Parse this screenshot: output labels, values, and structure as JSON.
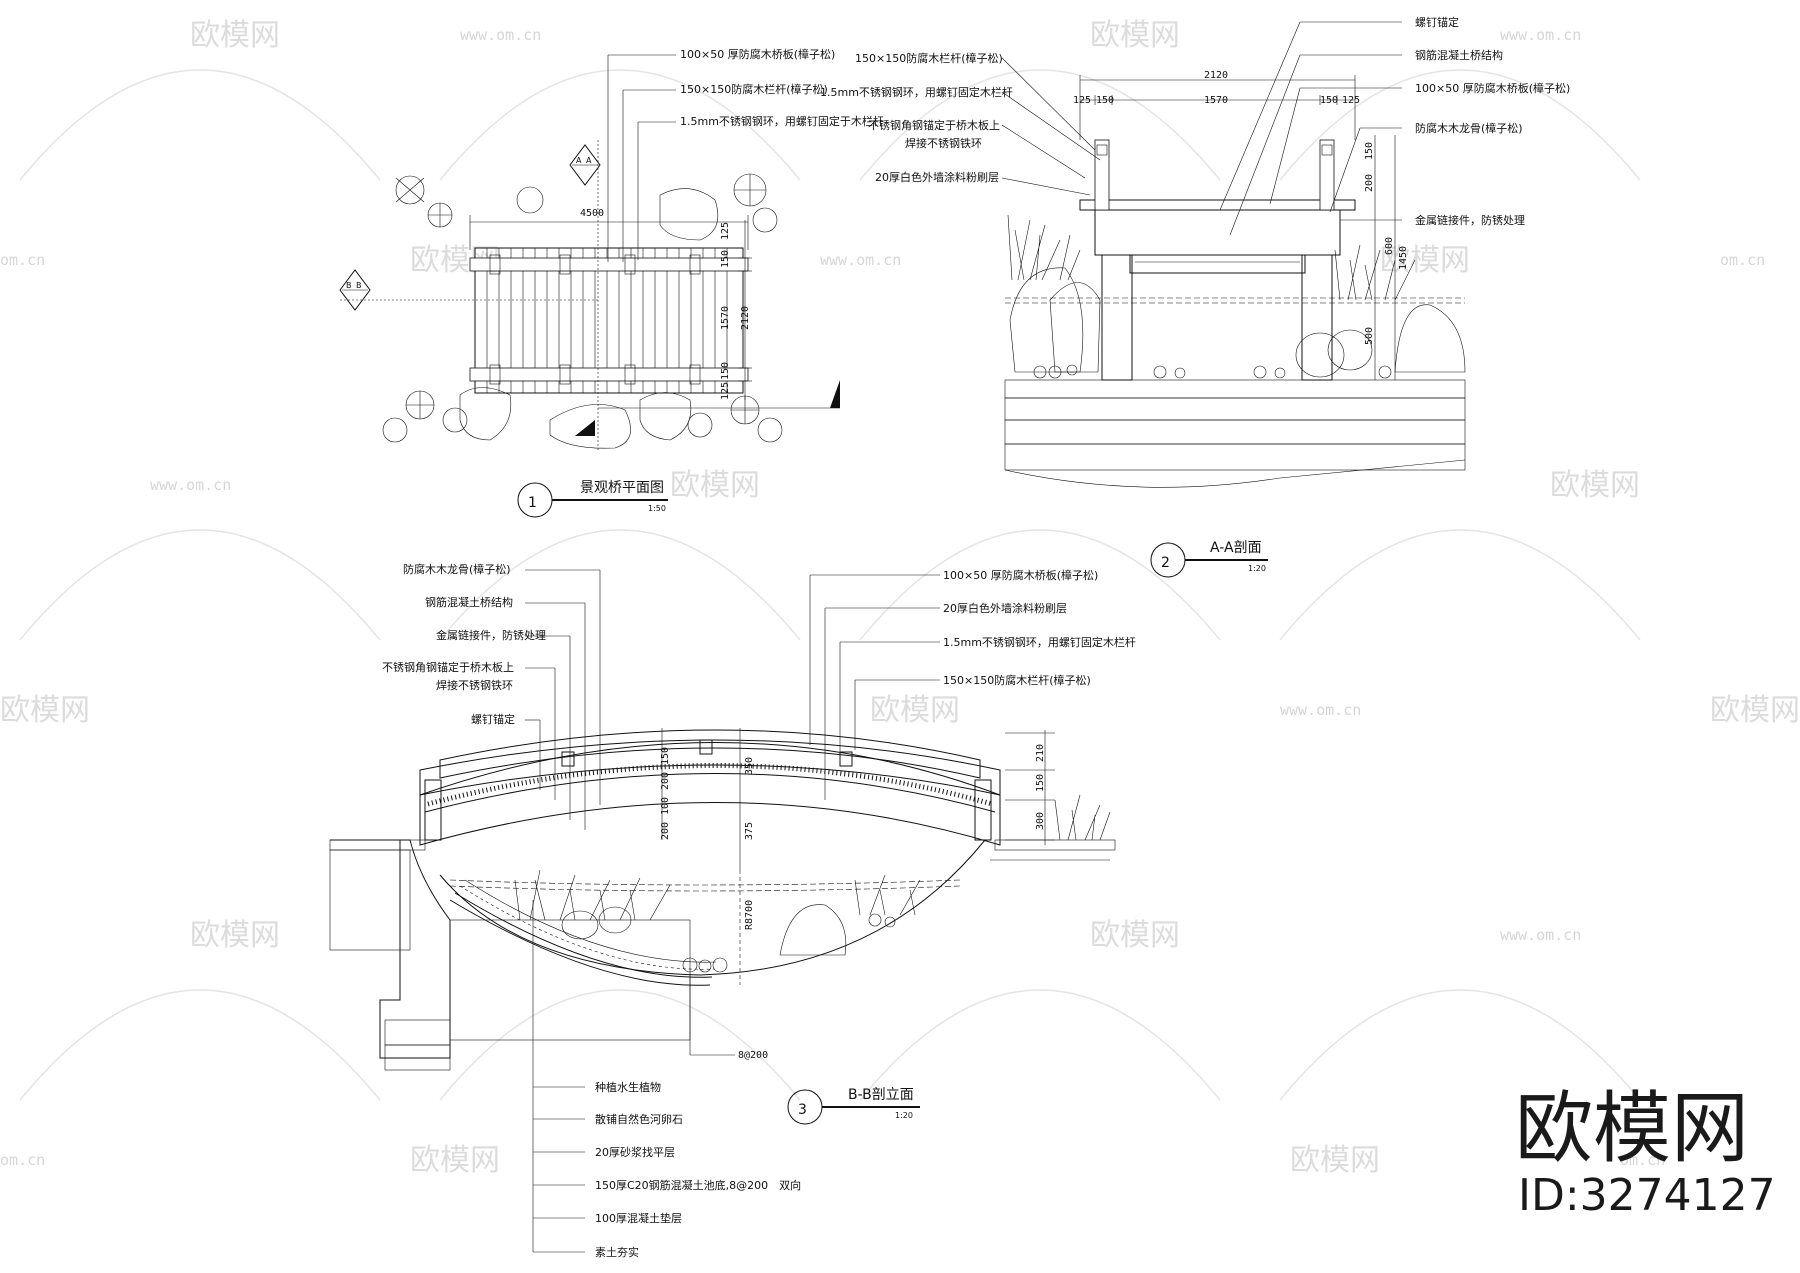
{
  "watermark": {
    "brand": "欧模网",
    "url": "www.om.cn",
    "url_short": "om.cn",
    "big_brand": "欧模网",
    "id_label": "ID:3274127"
  },
  "plan": {
    "number": "1",
    "title": "景观桥平面图",
    "scale": "1:50",
    "section_a": "A",
    "section_b": "B",
    "dim_total": "4500",
    "dim_v1": "125",
    "dim_v2": "150",
    "dim_v3": "1570",
    "dim_v4": "2120",
    "dim_v5": "150",
    "dim_v6": "125",
    "notes": [
      "100×50 厚防腐木桥板(樟子松)",
      "150×150防腐木栏杆(樟子松)",
      "1.5mm不锈钢钢环，用螺钉固定于木栏杆"
    ]
  },
  "section_aa": {
    "number": "2",
    "title": "A-A剖面",
    "scale": "1:20",
    "dim_top": "2120",
    "dim_a": "125",
    "dim_b": "150",
    "dim_c": "1570",
    "dim_d": "150",
    "dim_e": "125",
    "dim_r1": "150",
    "dim_r2": "200",
    "dim_r3": "600",
    "dim_r4": "1450",
    "dim_r5": "500",
    "notes_left": [
      "150×150防腐木栏杆(樟子松)",
      "1.5mm不锈钢钢环，用螺钉固定木栏杆",
      "不锈钢角钢锚定于桥木板上",
      "焊接不锈钢铁环",
      "20厚白色外墙涂料粉刷层"
    ],
    "notes_right": [
      "螺钉锚定",
      "钢筋混凝土桥结构",
      "100×50 厚防腐木桥板(樟子松)",
      "防腐木木龙骨(樟子松)",
      "金属链接件，防锈处理"
    ]
  },
  "section_bb": {
    "number": "3",
    "title": "B-B剖立面",
    "scale": "1:20",
    "dim_1": "150",
    "dim_2": "200",
    "dim_3": "350",
    "dim_4": "100",
    "dim_5": "200",
    "dim_6": "375",
    "dim_7": "R8700",
    "dim_8": "210",
    "dim_9": "150",
    "dim_10": "300",
    "rebar": "8@200",
    "notes_left": [
      "防腐木木龙骨(樟子松)",
      "钢筋混凝土桥结构",
      "金属链接件，防锈处理",
      "不锈钢角钢锚定于桥木板上",
      "焊接不锈钢铁环",
      "螺钉锚定"
    ],
    "notes_right": [
      "100×50 厚防腐木桥板(樟子松)",
      "20厚白色外墙涂料粉刷层",
      "1.5mm不锈钢钢环，用螺钉固定木栏杆",
      "150×150防腐木栏杆(樟子松)"
    ],
    "notes_bottom": [
      "种植水生植物",
      "散铺自然色河卵石",
      "20厚砂浆找平层",
      "150厚C20钢筋混凝土池底,8@200　双向",
      "100厚混凝土垫层",
      "素土夯实"
    ]
  }
}
